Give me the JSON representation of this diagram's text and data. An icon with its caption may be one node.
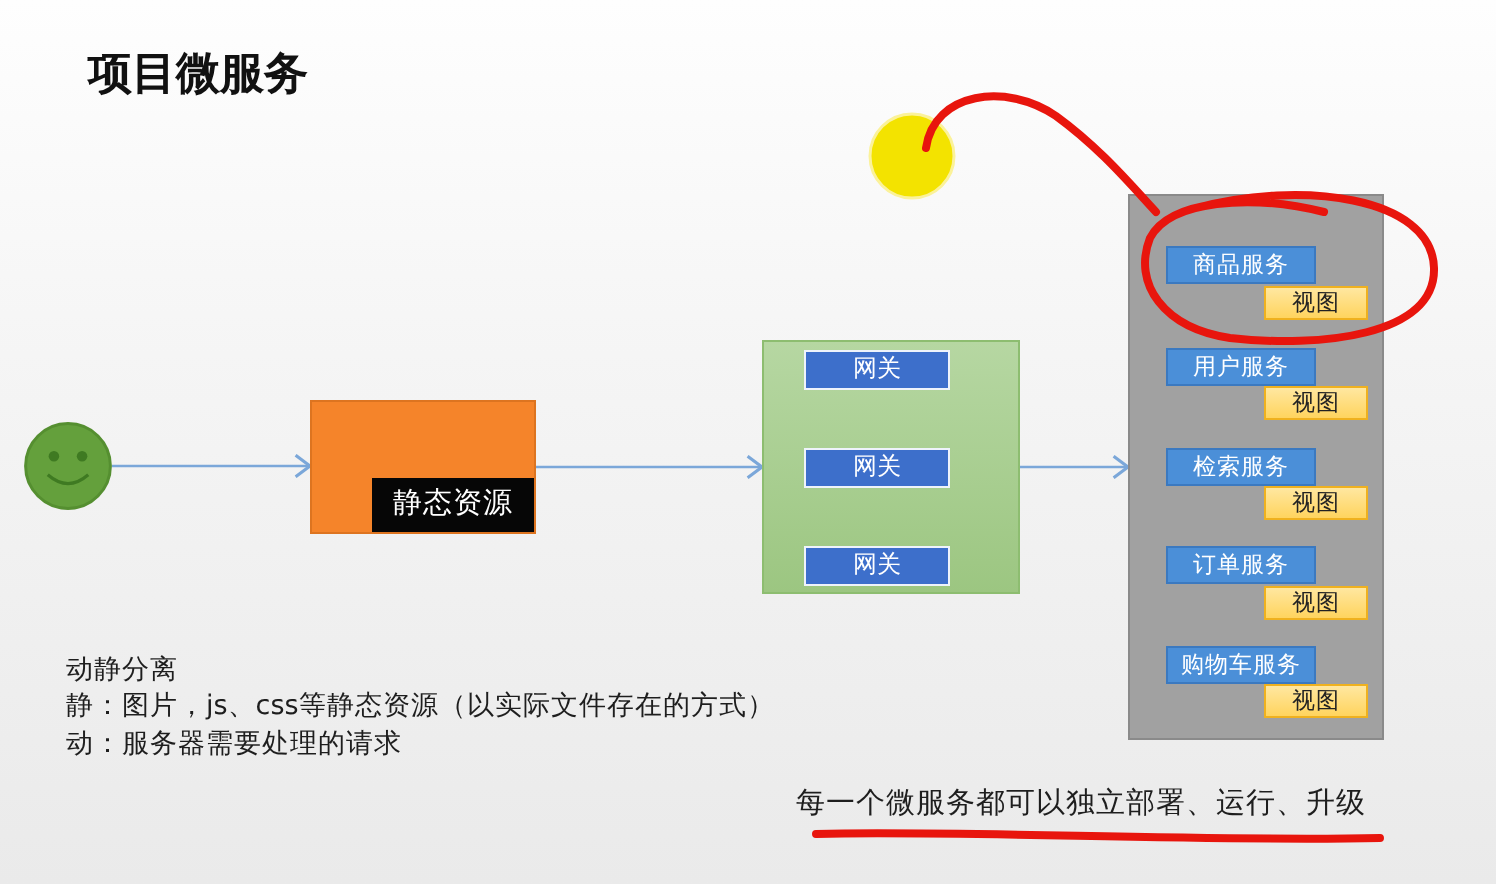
{
  "diagram": {
    "title": "项目微服务",
    "nodes": [
      {
        "text": [],
        "shape": "circle"
      },
      {
        "text": [],
        "shape": "box"
      },
      {
        "text": [
          "静态资源"
        ],
        "in": 1
      },
      {
        "text": [],
        "shape": "box"
      },
      {
        "text": [
          "网关"
        ],
        "in": 3
      },
      {
        "text": [
          "网关"
        ],
        "in": 3
      },
      {
        "text": [
          "网关"
        ],
        "in": 3
      },
      {
        "text": [],
        "shape": "box"
      },
      {
        "text": [
          "商品服务"
        ],
        "in": 7
      },
      {
        "text": [
          "视图"
        ],
        "in": 7
      },
      {
        "text": [
          "用户服务"
        ],
        "in": 7
      },
      {
        "text": [
          "视图"
        ],
        "in": 7
      },
      {
        "text": [
          "检索服务"
        ],
        "in": 7
      },
      {
        "text": [
          "视图"
        ],
        "in": 7
      },
      {
        "text": [
          "订单服务"
        ],
        "in": 7
      },
      {
        "text": [
          "视图"
        ],
        "in": 7
      },
      {
        "text": [
          "购物车服务"
        ],
        "in": 7
      },
      {
        "text": [
          "视图"
        ],
        "in": 7
      }
    ],
    "edges": [
      {
        "from": 0,
        "to": 1,
        "arrow": "to"
      },
      {
        "from": 1,
        "to": 3,
        "arrow": "to"
      },
      {
        "from": 3,
        "to": 7,
        "arrow": "to"
      }
    ],
    "labels": [
      "动静分离",
      "静：图片，js、css等静态资源（以实际文件存在的方式）",
      "动：服务器需要处理的请求",
      "每一个微服务都可以独立部署、运行、升级"
    ]
  }
}
